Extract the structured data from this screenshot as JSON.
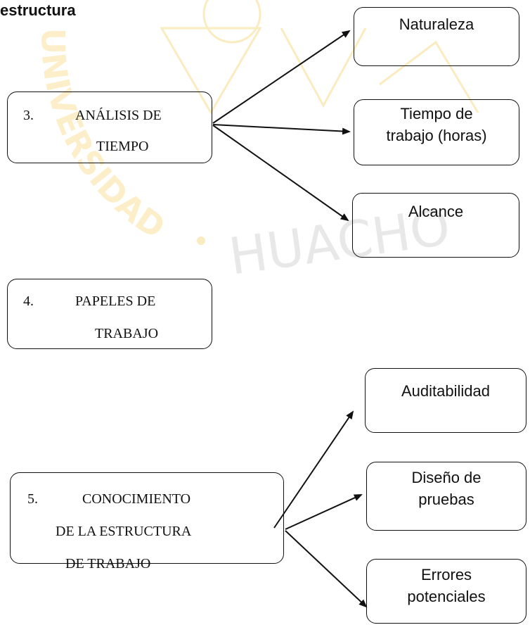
{
  "header": {
    "title": "estructura"
  },
  "watermark": {
    "text": "HUACHO",
    "arc_text": "UNIVERSIDAD",
    "color": "#f2c94c"
  },
  "nodes": {
    "n3": {
      "number": "3.",
      "line1": "ANÁLISIS DE",
      "line2": "TIEMPO"
    },
    "n4": {
      "number": "4.",
      "line1": "PAPELES DE",
      "line2": "TRABAJO"
    },
    "n5": {
      "number": "5.",
      "line1": "CONOCIMIENTO",
      "line2": "DE LA ESTRUCTURA",
      "line3": "DE TRABAJO"
    }
  },
  "leaves": {
    "naturaleza": {
      "line1": "Naturaleza"
    },
    "tiempo_trabajo": {
      "line1": "Tiempo de",
      "line2": "trabajo (horas)"
    },
    "alcance": {
      "line1": "Alcance"
    },
    "auditabilidad": {
      "line1": "Auditabilidad"
    },
    "diseno_pruebas": {
      "line1": "Diseño de",
      "line2": "pruebas"
    },
    "errores": {
      "line1": "Errores",
      "line2": "potenciales"
    }
  }
}
